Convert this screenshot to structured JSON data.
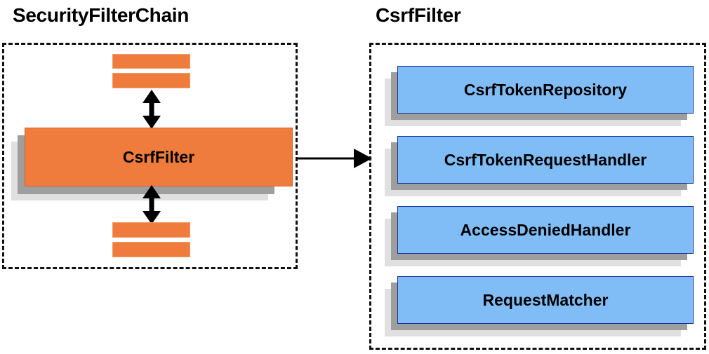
{
  "diagram": {
    "type": "component-relationship-diagram",
    "background_color": "#ffffff",
    "palette": {
      "orange_fill": "#ef7c3c",
      "blue_fill": "#80bdf7",
      "blue_border": "#14329b",
      "shadow_near": "#9e9e9e",
      "shadow_far": "#e0e0e0",
      "stroke": "#111111"
    },
    "left_panel": {
      "title": "SecurityFilterChain",
      "container_style": "dashed-rectangle",
      "bars_above": [
        {
          "label": ""
        },
        {
          "label": ""
        }
      ],
      "highlighted_component": {
        "label": "CsrfFilter",
        "fill": "#ef7c3c"
      },
      "bars_below": [
        {
          "label": ""
        },
        {
          "label": ""
        }
      ],
      "connector_above": {
        "name": "double-headed-vertical-arrow",
        "direction": "both"
      },
      "connector_below": {
        "name": "double-headed-vertical-arrow",
        "direction": "both"
      }
    },
    "link": {
      "name": "expansion-arrow",
      "direction": "right",
      "from": "CsrfFilter",
      "to": "CsrfFilter collaborators"
    },
    "right_panel": {
      "title": "CsrfFilter",
      "container_style": "dashed-rectangle",
      "collaborators": [
        {
          "label": "CsrfTokenRepository",
          "fill": "#80bdf7"
        },
        {
          "label": "CsrfTokenRequestHandler",
          "fill": "#80bdf7"
        },
        {
          "label": "AccessDeniedHandler",
          "fill": "#80bdf7"
        },
        {
          "label": "RequestMatcher",
          "fill": "#80bdf7"
        }
      ]
    }
  }
}
